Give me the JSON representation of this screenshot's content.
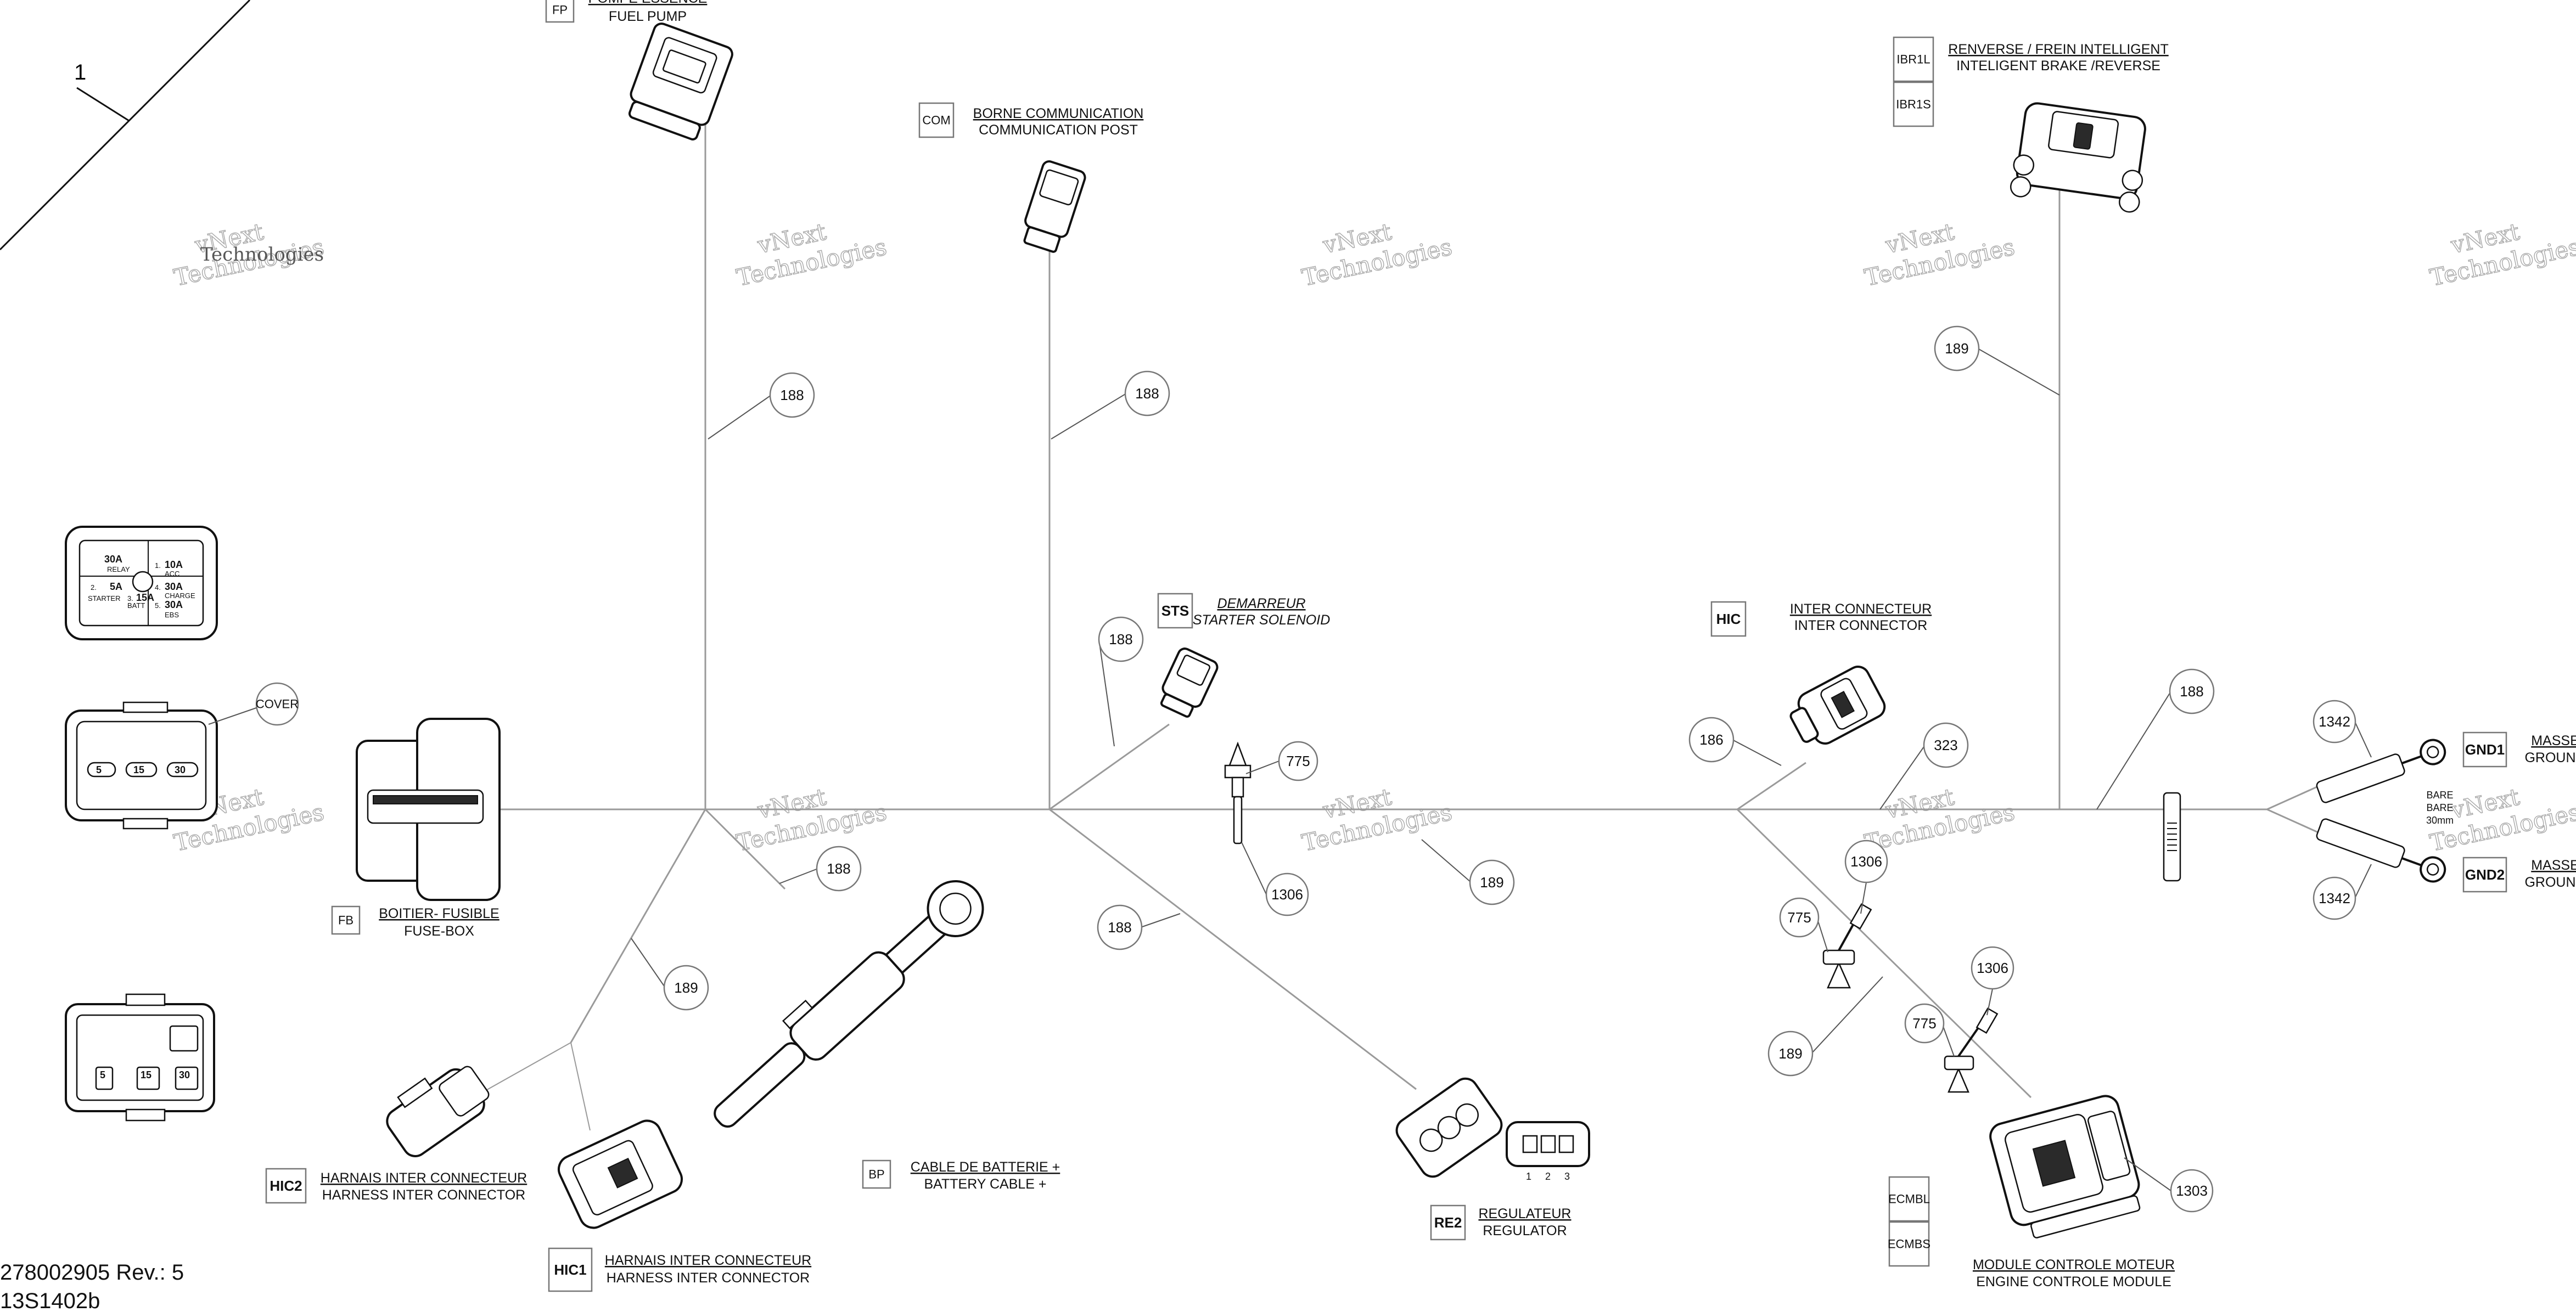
{
  "diagram_index": "1",
  "watermark": {
    "line1": "vNext",
    "line2": "Technologies"
  },
  "components": {
    "fuel_pump": {
      "code": "FP",
      "label_fr": "POMPE ESSENCE",
      "label_en": "FUEL PUMP"
    },
    "communication_post": {
      "code": "COM",
      "label_fr": "BORNE COMMUNICATION",
      "label_en": "COMMUNICATION POST"
    },
    "intelligent_brake": {
      "code_1": "IBR1L",
      "code_2": "IBR1S",
      "label_fr": "RENVERSE / FREIN INTELLIGENT",
      "label_en": "INTELIGENT BRAKE /REVERSE"
    },
    "starter_solenoid": {
      "code": "STS",
      "label_fr": "DEMARREUR",
      "label_en": "STARTER SOLENOID"
    },
    "inter_connector": {
      "code": "HIC",
      "label_fr": "INTER CONNECTEUR",
      "label_en": "INTER CONNECTOR"
    },
    "fuse_box": {
      "code": "FB",
      "label_fr": "BOITIER- FUSIBLE",
      "label_en": "FUSE-BOX",
      "cover_label": "COVER"
    },
    "harness_inter_connector_2": {
      "code": "HIC2",
      "label_fr": "HARNAIS INTER CONNECTEUR",
      "label_en": "HARNESS INTER CONNECTOR"
    },
    "harness_inter_connector_1": {
      "code": "HIC1",
      "label_fr": "HARNAIS INTER CONNECTEUR",
      "label_en": "HARNESS INTER CONNECTOR"
    },
    "battery_cable": {
      "code": "BP",
      "label_fr": "CABLE DE BATTERIE +",
      "label_en": "BATTERY CABLE +"
    },
    "regulator": {
      "code": "RE2",
      "label_fr": "REGULATEUR",
      "label_en": "REGULATOR",
      "pins": [
        "1",
        "2",
        "3"
      ]
    },
    "engine_control_module": {
      "code_1": "ECMBL",
      "code_2": "ECMBS",
      "label_fr": "MODULE CONTROLE MOTEUR",
      "label_en": "ENGINE CONTROLE MODULE"
    },
    "ground_1": {
      "code": "GND1",
      "label_fr": "MASSE",
      "label_en": "GROUND"
    },
    "ground_2": {
      "code": "GND2",
      "label_fr": "MASSE",
      "label_en": "GROUND"
    },
    "bare_strip": {
      "line1": "BARE",
      "line2": "BARE",
      "line3": "30mm"
    }
  },
  "fuse_box_top": {
    "cells": [
      "30A",
      "RELAY",
      "1.",
      "10A",
      "ACC",
      "2.",
      "5A",
      "STARTER",
      "3.",
      "15A",
      "BATT",
      "4.",
      "30A",
      "CHARGE",
      "5.",
      "30A",
      "EBS"
    ]
  },
  "fuse_box_cover": {
    "fuses": [
      "5",
      "15",
      "30"
    ]
  },
  "fuse_box_lower": {
    "fuses": [
      "5",
      "15",
      "30"
    ]
  },
  "callouts": {
    "c188_a": "188",
    "c188_b": "188",
    "c188_c": "188",
    "c188_d": "188",
    "c188_e": "188",
    "c188_f": "188",
    "c189_a": "189",
    "c189_b": "189",
    "c189_c": "189",
    "c189_d": "189",
    "c186": "186",
    "c323": "323",
    "c775_a": "775",
    "c775_b": "775",
    "c775_c": "775",
    "c1306_a": "1306",
    "c1306_b": "1306",
    "c1306_c": "1306",
    "c1303": "1303",
    "c1342_a": "1342",
    "c1342_b": "1342"
  },
  "footer": {
    "part_number": "278002905 Rev.: 5",
    "drawing_id": "13S1402b"
  }
}
